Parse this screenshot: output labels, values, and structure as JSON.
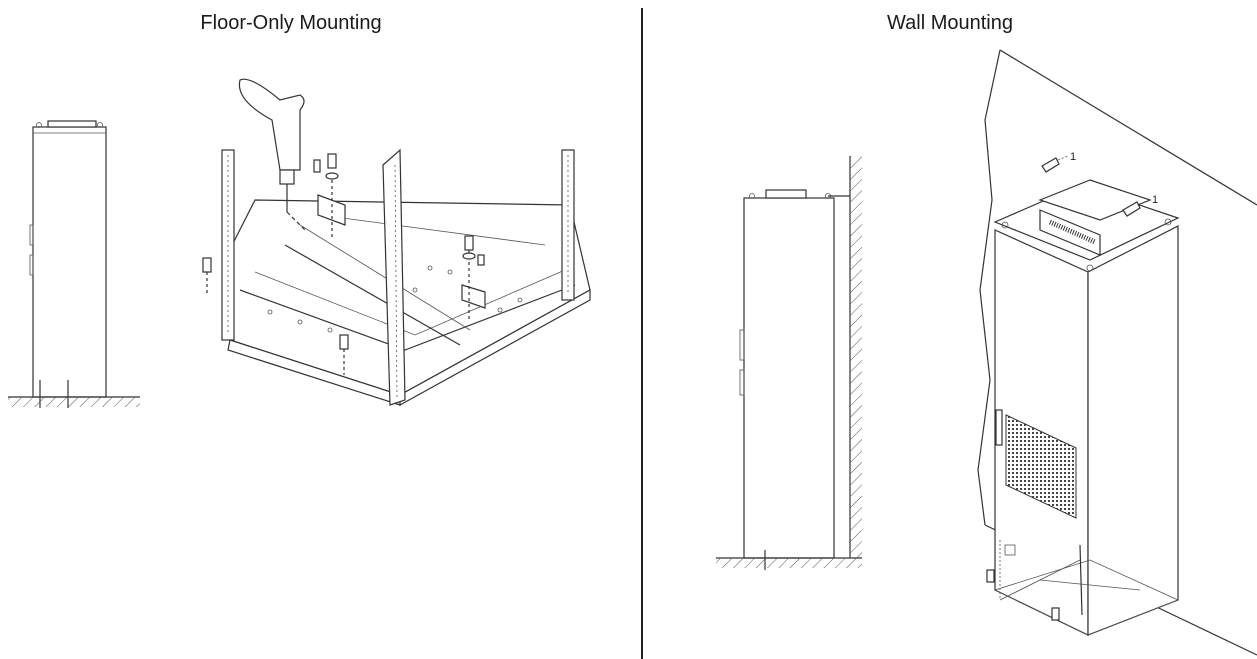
{
  "left_panel": {
    "title": "Floor-Only Mounting"
  },
  "right_panel": {
    "title": "Wall Mounting",
    "callouts": [
      "1",
      "1"
    ]
  },
  "icons": [
    "floor-cabinet-side-view",
    "cabinet-base-frame-assembly",
    "drill-icon",
    "wall-cabinet-side-view",
    "wall-mounted-cabinet-isometric",
    "bolt-icon"
  ]
}
